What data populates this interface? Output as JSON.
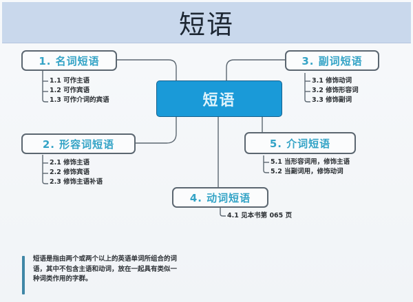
{
  "title": "短语",
  "center": {
    "label": "短语"
  },
  "branches": [
    {
      "id": "1",
      "label": "1. 名词短语",
      "items": [
        "1.1 可作主语",
        "1.2 可作宾语",
        "1.3 可作介词的宾语"
      ]
    },
    {
      "id": "2",
      "label": "2. 形容词短语",
      "items": [
        "2.1 修饰主语",
        "2.2 修饰宾语",
        "2.3 修饰主语补语"
      ]
    },
    {
      "id": "3",
      "label": "3. 副词短语",
      "items": [
        "3.1 修饰动词",
        "3.2 修饰形容词",
        "3.3 修饰副词"
      ]
    },
    {
      "id": "4",
      "label": "4. 动词短语",
      "items": [
        "4.1 见本书第 065 页"
      ]
    },
    {
      "id": "5",
      "label": "5. 介词短语",
      "items": [
        "5.1 当形容词用，修饰主语",
        "5.2 当副词用，修饰动词"
      ]
    }
  ],
  "note": "短语是指由两个或两个以上的英语单词所组合的词语，其中不包含主语和动词，放在一起具有类似一种词类作用的字群。",
  "colors": {
    "title_bg": "#c9d8ec",
    "center_bg": "#1a9ad8",
    "branch_text": "#33a3c6",
    "line": "#5b6670",
    "note_bar": "#3f86a6"
  }
}
